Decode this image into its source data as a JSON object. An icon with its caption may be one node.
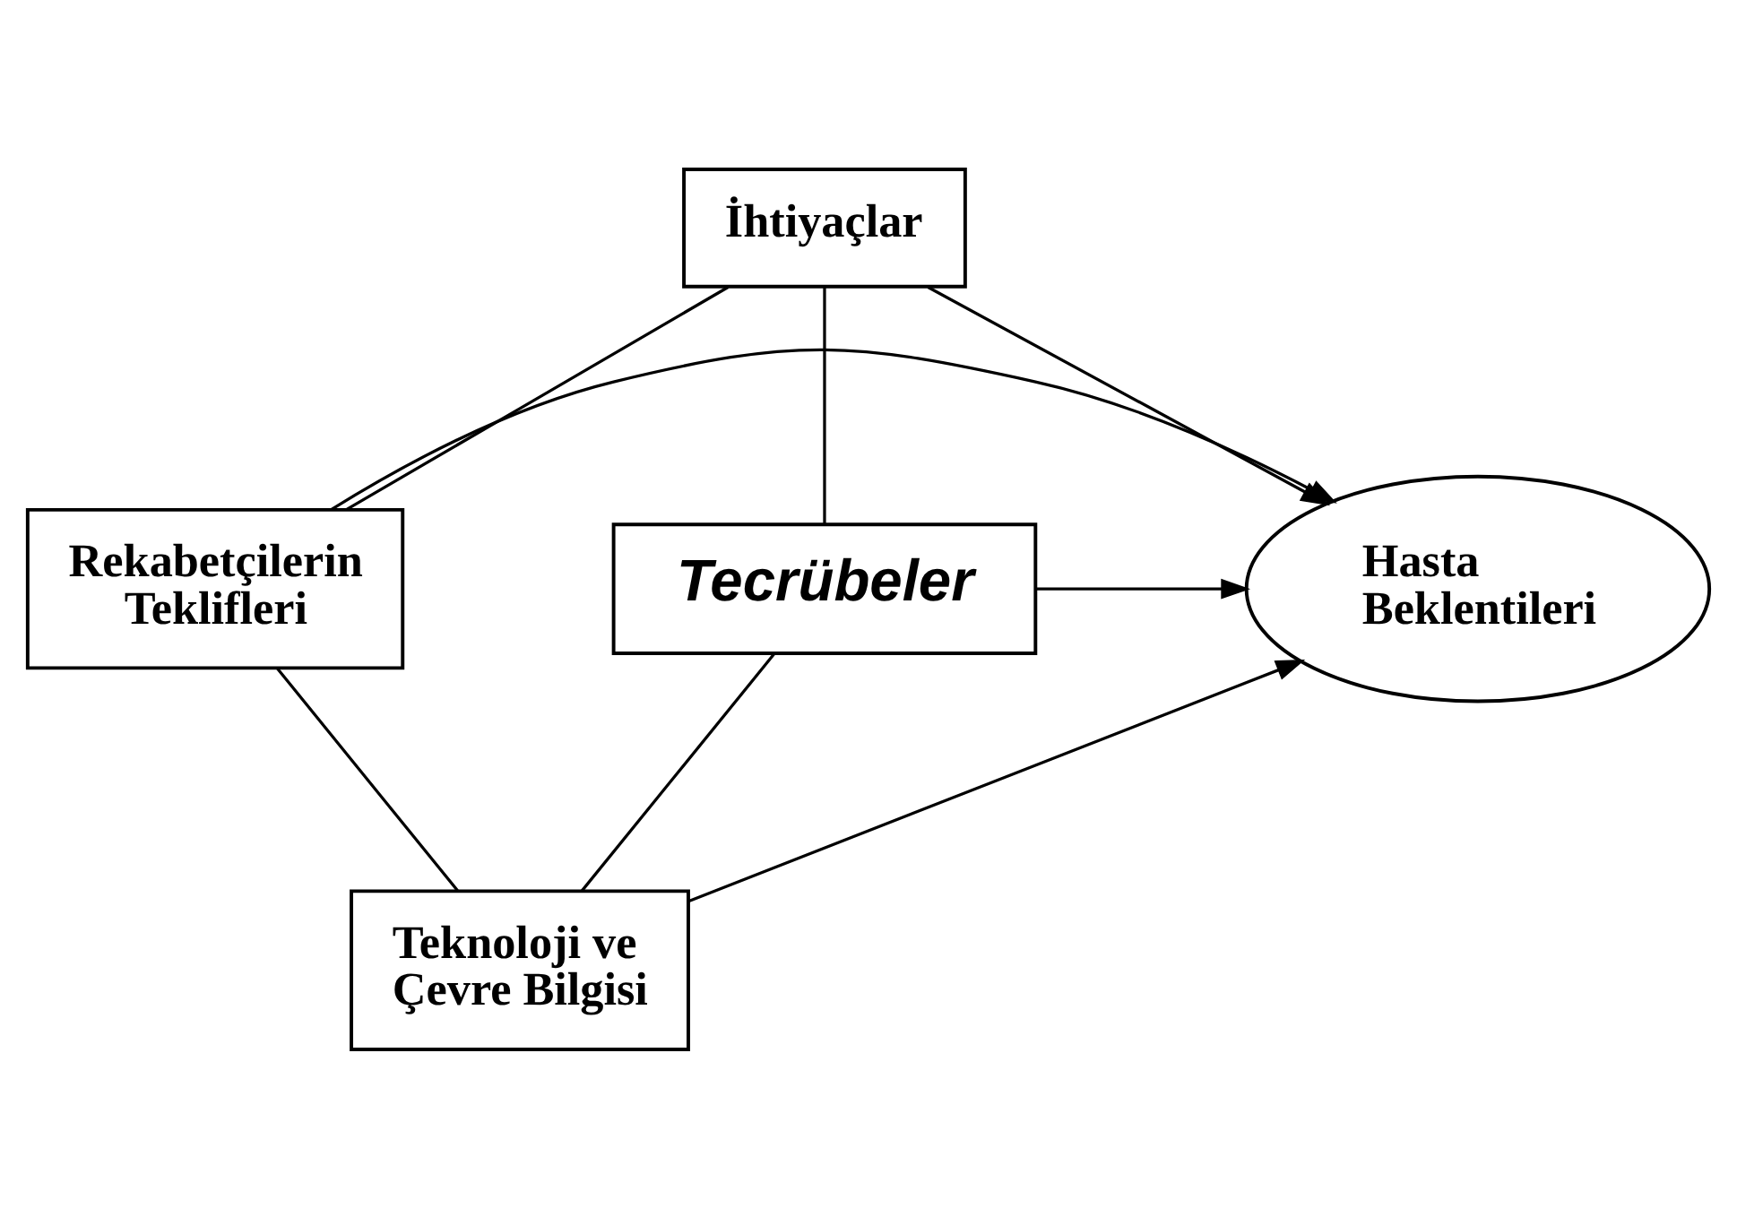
{
  "diagram": {
    "nodes": [
      {
        "text": [
          "İhtiyaçlar"
        ]
      },
      {
        "text": [
          "Rekabetçilerin Teklifleri"
        ]
      },
      {
        "text": [
          "Hasta Beklentileri"
        ]
      },
      {
        "text": [
          "Tecrübeler"
        ]
      },
      {
        "text": [
          "Teknoloji ve Çevre Bilgisi"
        ]
      }
    ],
    "edges": [
      {
        "from": 0,
        "to": 1,
        "arrow": "none"
      },
      {
        "from": 0,
        "to": 3,
        "arrow": "none"
      },
      {
        "from": 0,
        "to": 2,
        "arrow": "to"
      },
      {
        "from": 1,
        "to": 2,
        "arrow": "to"
      },
      {
        "from": 3,
        "to": 2,
        "arrow": "to"
      },
      {
        "from": 1,
        "to": 4,
        "arrow": "none"
      },
      {
        "from": 3,
        "to": 4,
        "arrow": "none"
      },
      {
        "from": 4,
        "to": 2,
        "arrow": "to"
      }
    ]
  }
}
